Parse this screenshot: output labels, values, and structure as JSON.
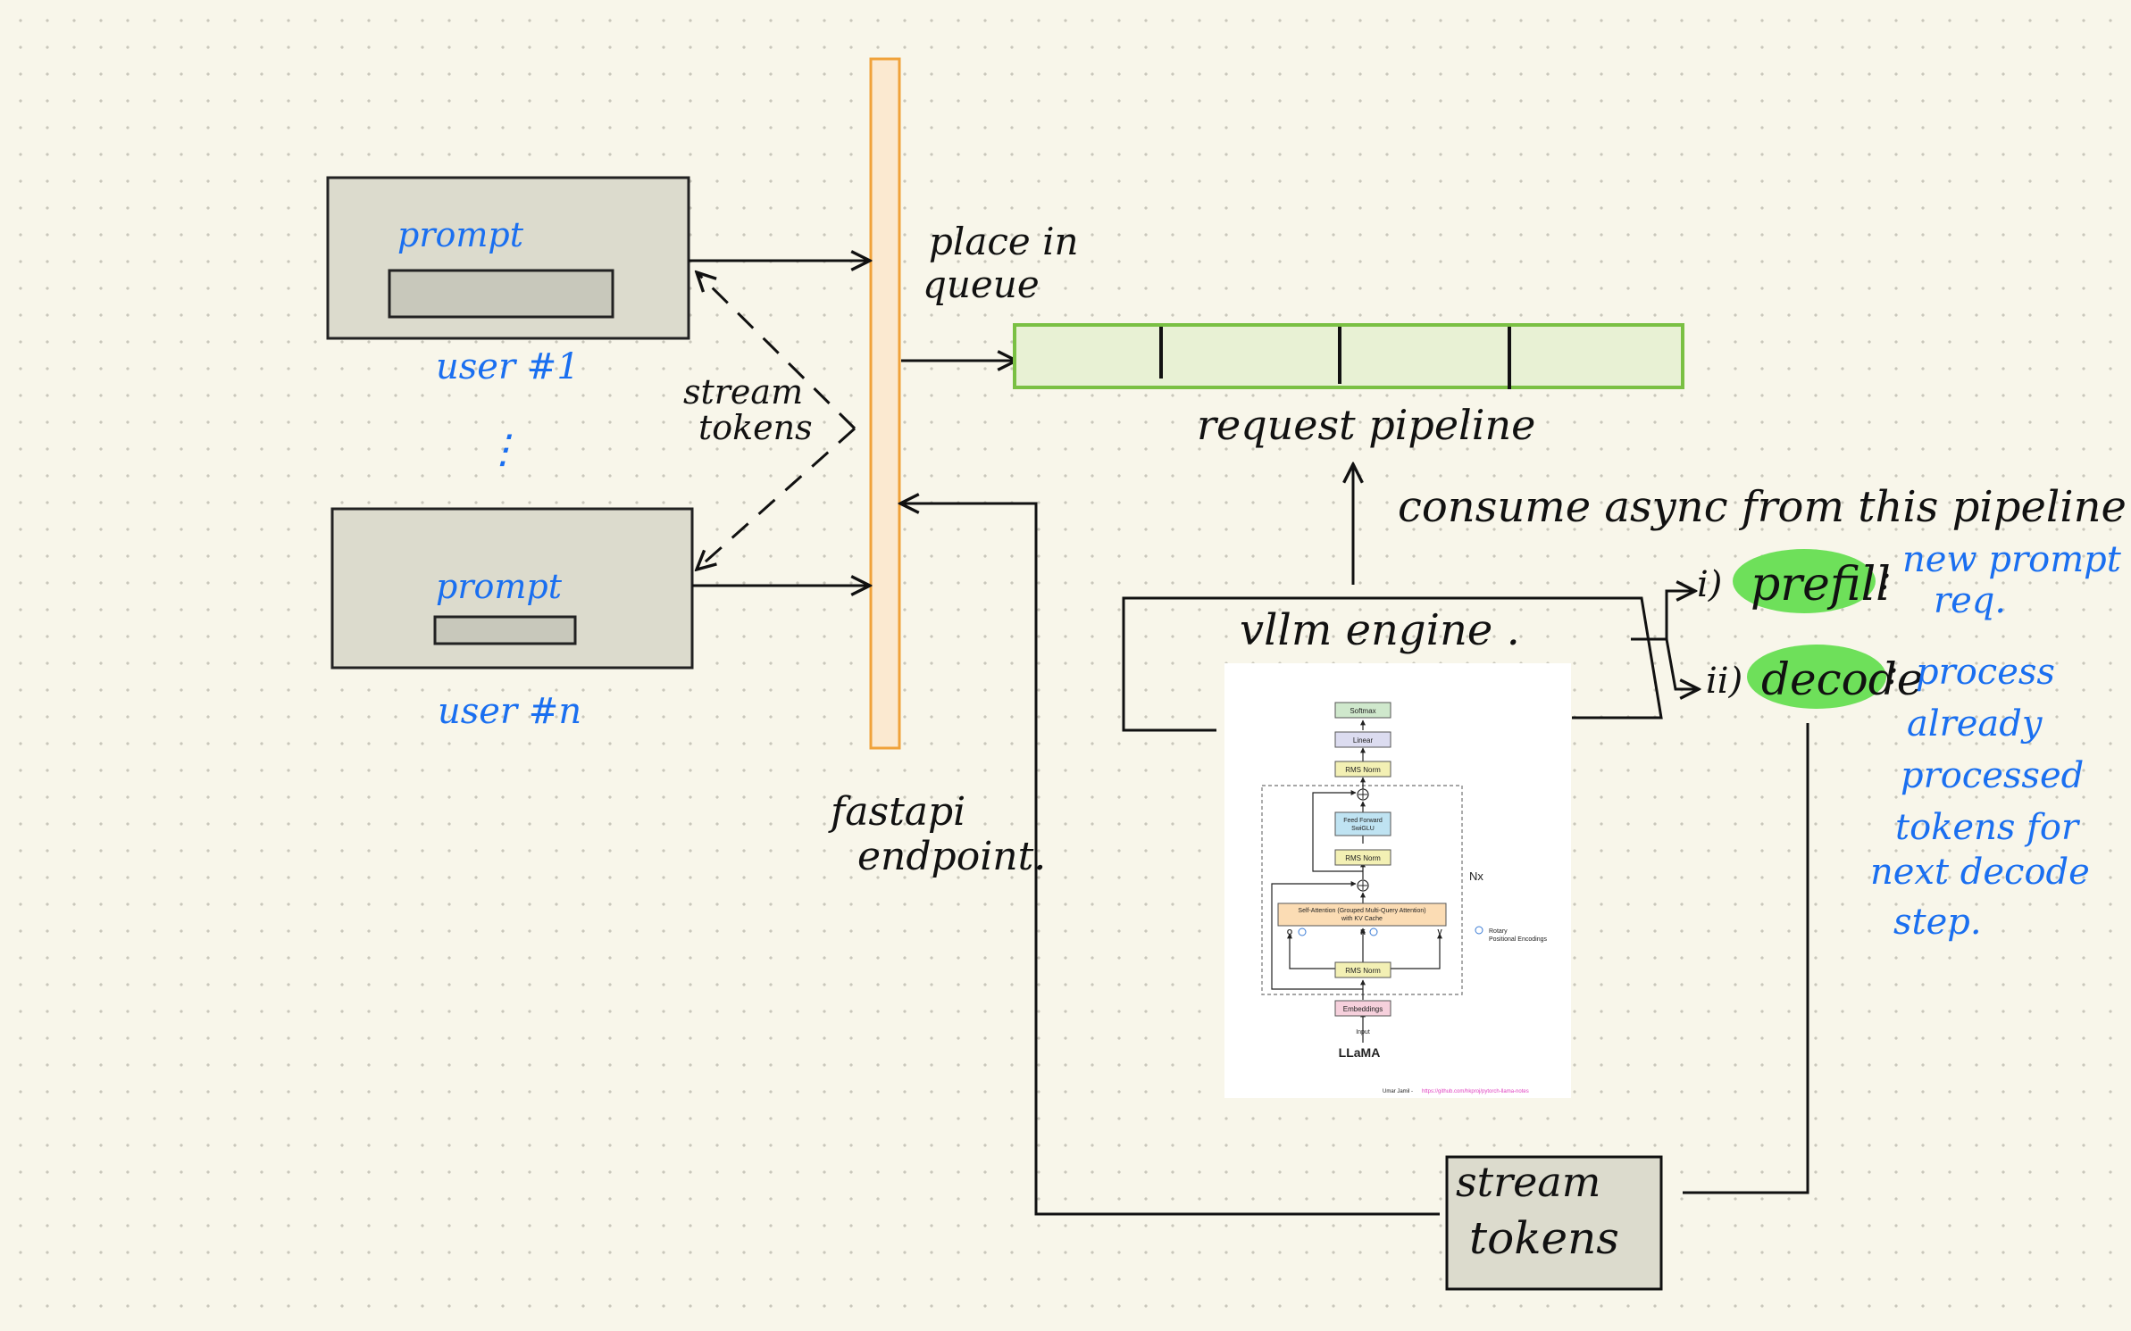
{
  "users": {
    "first": {
      "prompt_label": "prompt",
      "user_label": "user #1"
    },
    "last": {
      "prompt_label": "prompt",
      "user_label": "user #n"
    },
    "ellipsis": "⋮"
  },
  "endpoint": {
    "label_line1": "fastapi",
    "label_line2": "endpoint."
  },
  "queue": {
    "label_line1": "place in",
    "label_line2": "queue"
  },
  "stream_back": {
    "line1": "stream",
    "line2": "tokens"
  },
  "pipeline": {
    "label": "request pipeline",
    "consume_label": "consume async from this pipeline"
  },
  "engine": {
    "label": "vllm engine ."
  },
  "phases": {
    "prefill": {
      "number": "i)",
      "label": "prefill",
      "separator": ":",
      "note_lines": [
        "new prompt",
        "req."
      ]
    },
    "decode": {
      "number": "ii)",
      "label": "decode",
      "separator": ":",
      "note_lines": [
        "process",
        "already",
        "processed",
        "tokens for",
        "next decode",
        "step."
      ]
    }
  },
  "stream_tokens_box": {
    "line1": "stream",
    "line2": "tokens"
  },
  "llama": {
    "title": "LLaMA",
    "blocks": {
      "softmax": "Softmax",
      "linear": "Linear",
      "rms_norm_top": "RMS Norm",
      "ffn_line1": "Feed Forward",
      "ffn_line2": "SwiGLU",
      "rms_norm_mid": "RMS Norm",
      "attn_line1": "Self-Attention (Grouped Multi-Query Attention)",
      "attn_line2": "with KV Cache",
      "q": "Q",
      "k": "K",
      "v": "V",
      "rms_norm_bottom": "RMS Norm",
      "embeddings": "Embeddings",
      "input": "Input"
    },
    "nx": "Nx",
    "rotary_line1": "Rotary",
    "rotary_line2": "Positional Encodings",
    "credit_author": "Umar Jamil - ",
    "credit_link": "https://github.com/hkproj/pytorch-llama-notes"
  },
  "colors": {
    "queue_fill": "#fbe9d0",
    "queue_stroke": "#f0a23a",
    "pipeline_fill": "#e8f1d4",
    "pipeline_stroke": "#7ac043",
    "box_fill": "#dcdbcd",
    "inner_fill": "#c8c8bb",
    "highlight": "#6ee05a",
    "blue_ink": "#1a6ff0"
  }
}
